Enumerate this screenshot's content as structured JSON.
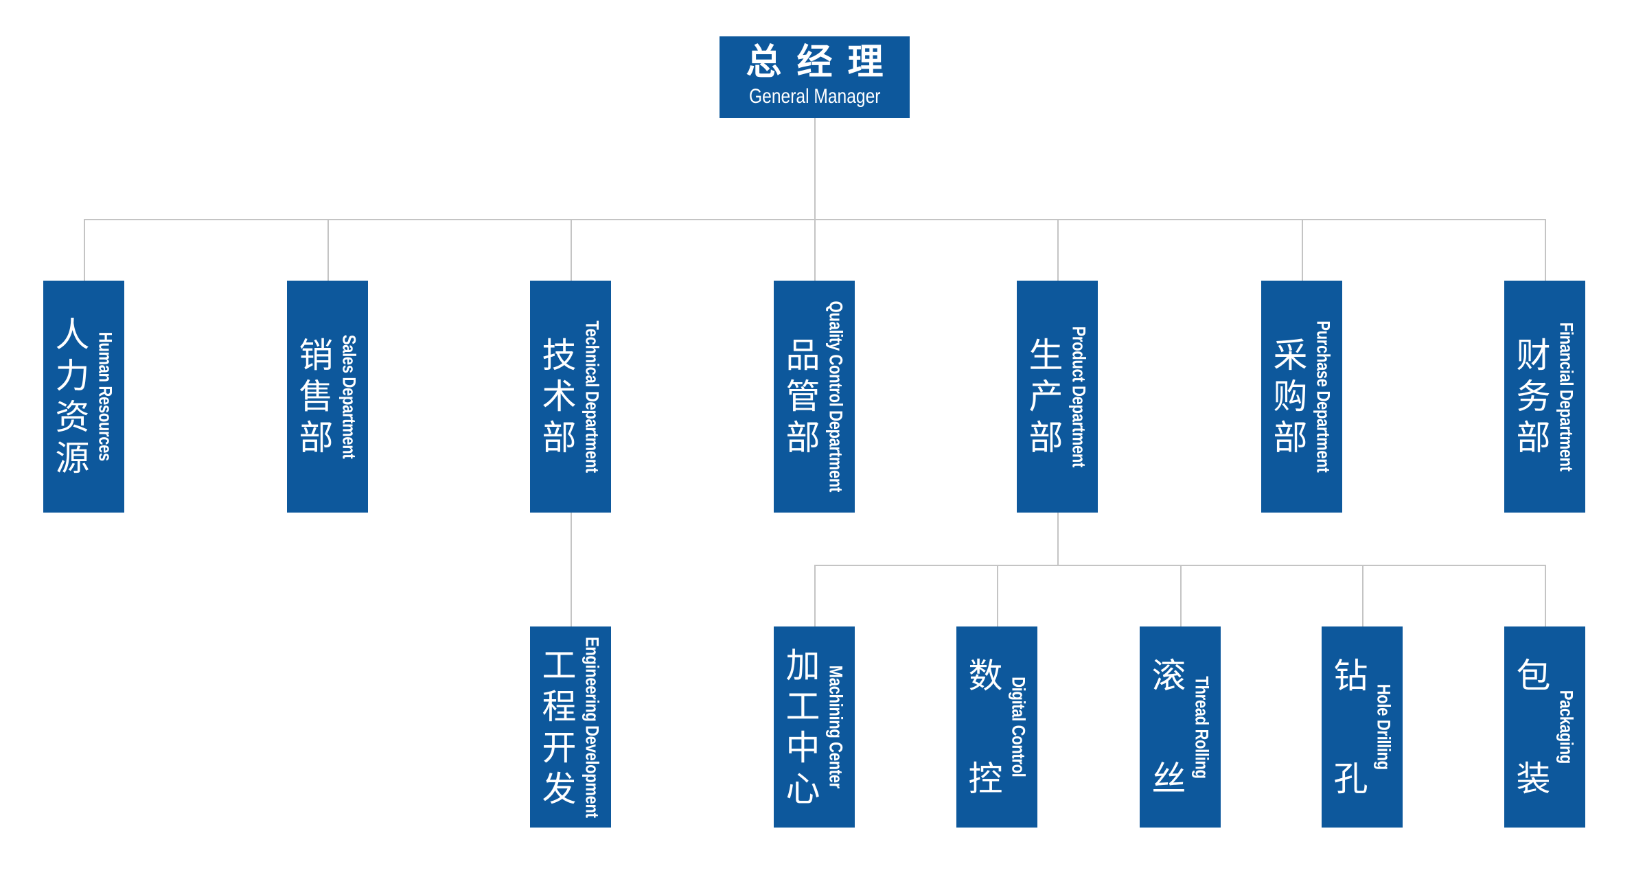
{
  "colors": {
    "box": "#0d589c",
    "connector": "#c4c4c4",
    "text": "#ffffff"
  },
  "root": {
    "zh": "总经理",
    "en": "General Manager"
  },
  "departments": [
    {
      "zh": "人力资源",
      "en": "Human Resources"
    },
    {
      "zh": "销售部",
      "en": "Sales Department"
    },
    {
      "zh": "技术部",
      "en": "Technical Department"
    },
    {
      "zh": "品管部",
      "en": "Quality Control Department"
    },
    {
      "zh": "生产部",
      "en": "Product Department"
    },
    {
      "zh": "采购部",
      "en": "Purchase Department"
    },
    {
      "zh": "财务部",
      "en": "Financial Department"
    }
  ],
  "technical_children": [
    {
      "zh": "工程开发",
      "en": "Engineering Development"
    }
  ],
  "production_children": [
    {
      "zh": "加工中心",
      "en": "Machining Center"
    },
    {
      "zh": "数控",
      "en": "Digital Control"
    },
    {
      "zh": "滚丝",
      "en": "Thread Rolling"
    },
    {
      "zh": "钻孔",
      "en": "Hole Drilling"
    },
    {
      "zh": "包装",
      "en": "Packaging"
    }
  ]
}
